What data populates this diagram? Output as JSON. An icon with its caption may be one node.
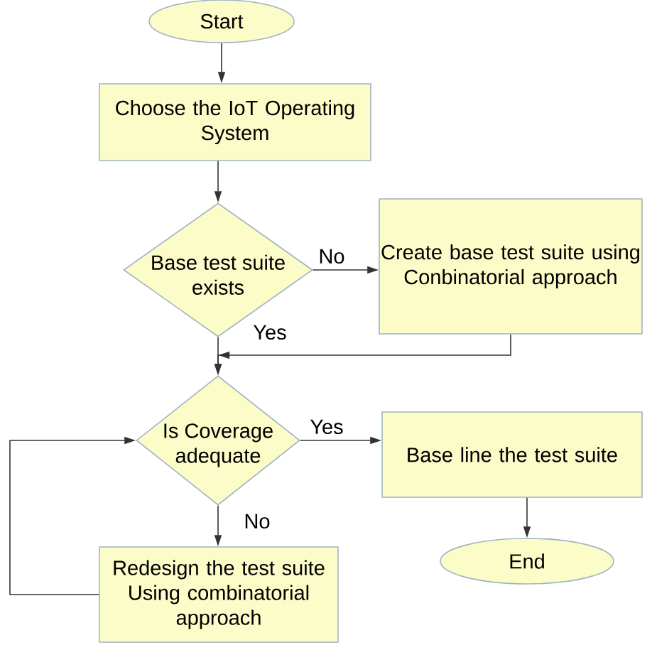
{
  "diagram": {
    "nodes": [
      {
        "text": [
          "Start"
        ]
      },
      {
        "text": [
          "Choose the IoT Operating System"
        ]
      },
      {
        "text": [
          "Base test suite exists"
        ]
      },
      {
        "text": [
          "Create base test suite using Conbinatorial approach"
        ]
      },
      {
        "text": [
          "Is Coverage adequate"
        ]
      },
      {
        "text": [
          "Base line the test suite"
        ]
      },
      {
        "text": [
          "End"
        ]
      },
      {
        "text": [
          "Redesign the test suite Using combinatorial approach"
        ]
      }
    ],
    "edges": [
      {
        "from": 0,
        "to": 1,
        "arrow": "to"
      },
      {
        "from": 1,
        "to": 2,
        "arrow": "to"
      },
      {
        "from": 2,
        "to": 3,
        "arrow": "to",
        "label": "No"
      },
      {
        "from": 2,
        "to": 4,
        "arrow": "to",
        "label": "Yes"
      },
      {
        "from": 3,
        "to": 4,
        "arrow": "to"
      },
      {
        "from": 4,
        "to": 5,
        "arrow": "to",
        "label": "Yes"
      },
      {
        "from": 5,
        "to": 6,
        "arrow": "to"
      },
      {
        "from": 4,
        "to": 7,
        "arrow": "to",
        "label": "No"
      },
      {
        "from": 7,
        "to": 4,
        "arrow": "to"
      }
    ]
  }
}
